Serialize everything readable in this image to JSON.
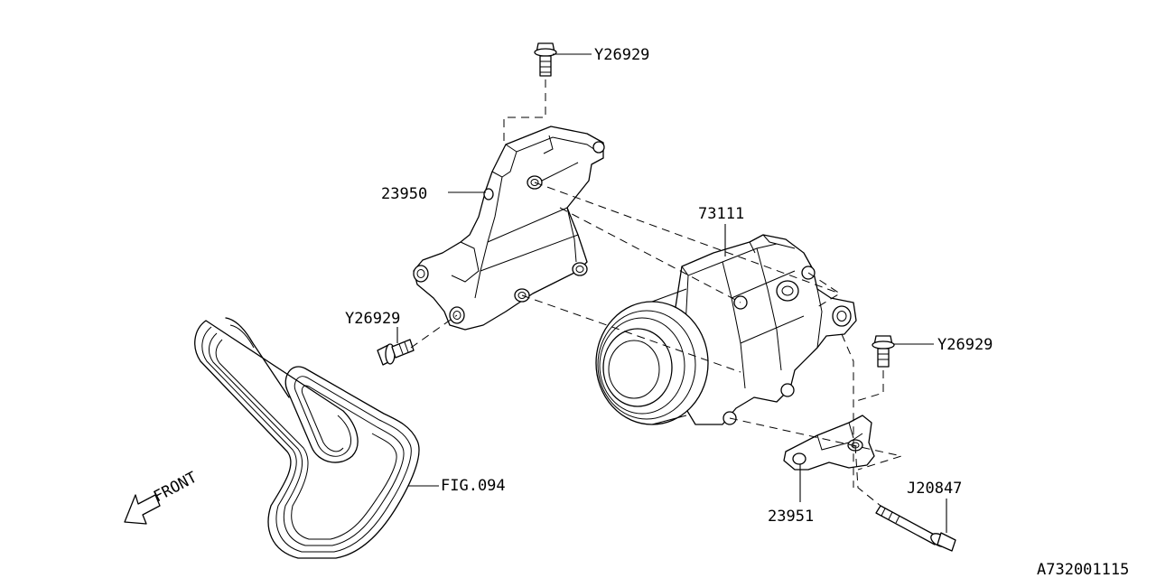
{
  "labels": {
    "bolt_top": "Y26929",
    "bolt_left": "Y26929",
    "bolt_right": "Y26929",
    "bracket_main": "23950",
    "compressor": "73111",
    "bracket_small": "23951",
    "long_bolt": "J20847",
    "belt_ref": "FIG.094",
    "front": "FRONT",
    "diagram_code": "A732001115"
  }
}
